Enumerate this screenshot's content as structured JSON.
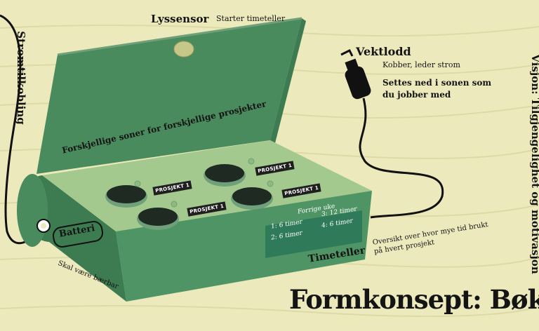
{
  "colors": {
    "background": "#ece9bd",
    "grain": "#ddd9a3",
    "box_face": "#4f9465",
    "box_dark": "#3d7b51",
    "box_top": "#a4c98e",
    "lid_inner": "#4a8b5d",
    "zone_felt": "#1e2a22",
    "zone_rim": "#6fa079",
    "cable": "#111111",
    "label_bg": "#1f1f1f",
    "display_bg": "#2f7a58"
  },
  "labels": {
    "lyssensor": "Lyssensor",
    "lyssensor_note": "Starter timeteller",
    "vektlodd": "Vektlodd",
    "vektlodd_note": "Kobber, leder strom",
    "vektlodd_note2": "Settes ned i sonen som du jobber med",
    "stromtilkobling": "Stromtilkobling",
    "visjon": "Visjon: Tilgjengelighet og motivasjon",
    "zones": "Forskjellige soner for forskjellige prosjekter",
    "timeteller": "Timeteller",
    "oversikt": "Oversikt over hvor mye tid brukt på hvert prosjekt",
    "batteri": "Batteri",
    "baerbar": "Skal være bærbar",
    "title": "Formkonsept: Bøker"
  },
  "zone_tags": [
    "PROSJEKT 1",
    "PROSJEKT 1",
    "PROSJEKT 1",
    "PROSJEKT 1"
  ],
  "display": {
    "heading": "Forrige uke",
    "entries": [
      "1:  6 timer",
      "2:  6 timer",
      "3:  12 timer",
      "4:  6 timer"
    ]
  },
  "icons": [
    "light-sensor-icon",
    "copper-weight-icon",
    "power-port-icon"
  ]
}
